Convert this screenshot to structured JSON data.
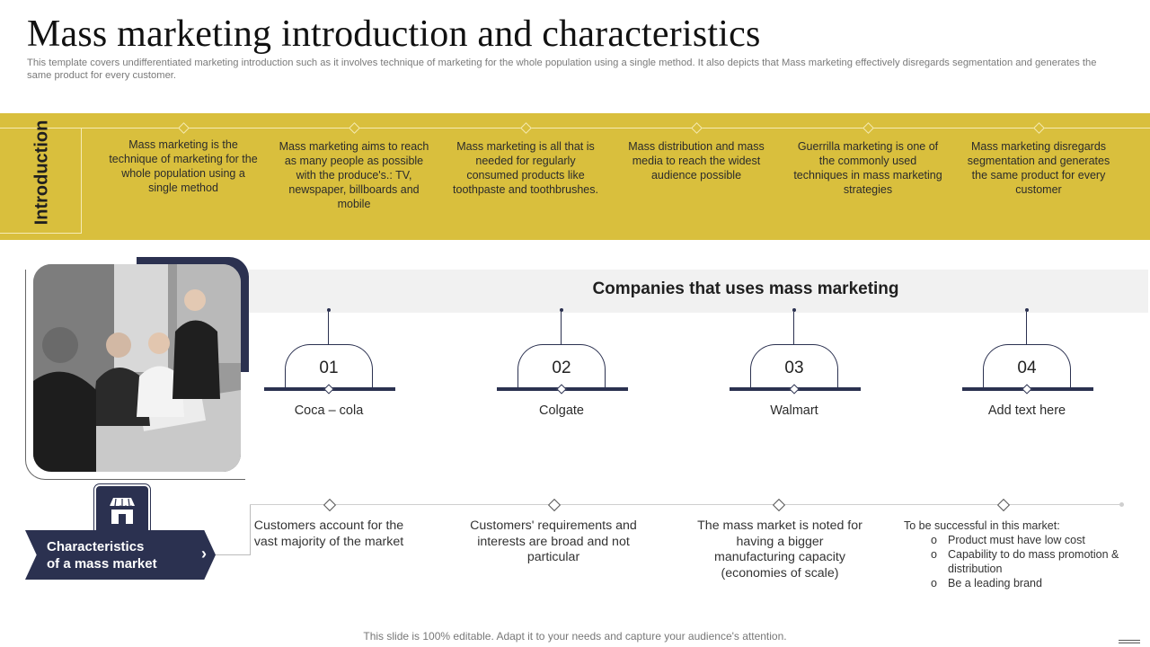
{
  "title": "Mass marketing introduction and characteristics",
  "subtitle": "This template covers undifferentiated marketing introduction such as it involves technique of marketing for the whole population using a single method. It also depicts that Mass marketing effectively disregards segmentation and generates the same product for every customer.",
  "introduction": {
    "label": "Introduction",
    "items": [
      "Mass marketing is the technique of marketing for the whole population using a single method",
      "Mass marketing aims to reach as many people as possible with the produce's.: TV, newspaper, billboards and mobile",
      "Mass marketing is all that is needed for regularly consumed products like toothpaste and toothbrushes.",
      "Mass distribution and mass media to reach the widest audience possible",
      "Guerrilla marketing is one of the commonly used techniques in mass marketing strategies",
      "Mass marketing disregards segmentation and generates the same product for every customer"
    ]
  },
  "companies": {
    "title": "Companies that uses mass marketing",
    "items": [
      {
        "num": "01",
        "name": "Coca – cola"
      },
      {
        "num": "02",
        "name": "Colgate"
      },
      {
        "num": "03",
        "name": "Walmart"
      },
      {
        "num": "04",
        "name": "Add text here"
      }
    ]
  },
  "characteristics": {
    "label_line1": "Characteristics",
    "label_line2": "of a mass market",
    "items": [
      "Customers account for the vast majority of the market",
      "Customers' requirements and interests are broad and not particular",
      "The mass market is noted for having a bigger manufacturing capacity (economies of scale)"
    ],
    "success": {
      "heading": "To be successful in this market:",
      "bullets": [
        "Product must have low cost",
        "Capability to do mass promotion & distribution",
        "Be a leading brand"
      ]
    }
  },
  "footer": "This slide is 100% editable. Adapt it to your needs and capture your audience's attention.",
  "colors": {
    "gold": "#d9bf3d",
    "navy": "#2b3150",
    "bar_grey": "#f1f1f1"
  },
  "icons": {
    "store": "store-icon",
    "arrow": "chevron-right-icon"
  }
}
